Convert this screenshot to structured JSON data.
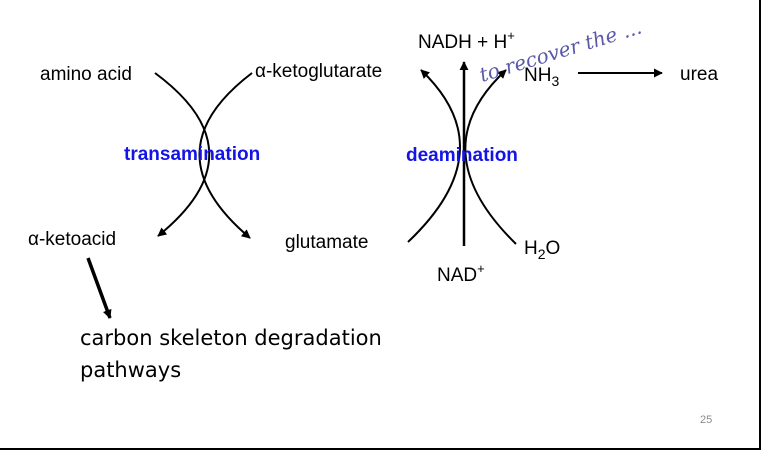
{
  "transamination": {
    "amino_acid": "amino acid",
    "alpha_prefix": "α",
    "ketoglutarate_suffix": "-ketoglutarate",
    "ketoacid_suffix": "-ketoacid",
    "glutamate": "glutamate",
    "process_label": "transamination"
  },
  "deamination": {
    "nadh": "NADH + H",
    "plus_sup": "+",
    "nh_base": "NH",
    "nh_sub": "3",
    "urea": "urea",
    "water_h": "H",
    "water_sub": "2",
    "water_o": "O",
    "nad": "NAD",
    "process_label": "deamination",
    "handwritten_note": "to recover the ..."
  },
  "degradation": {
    "line1": "carbon skeleton degradation",
    "line2": "pathways"
  },
  "slide": {
    "page_number": "25"
  }
}
